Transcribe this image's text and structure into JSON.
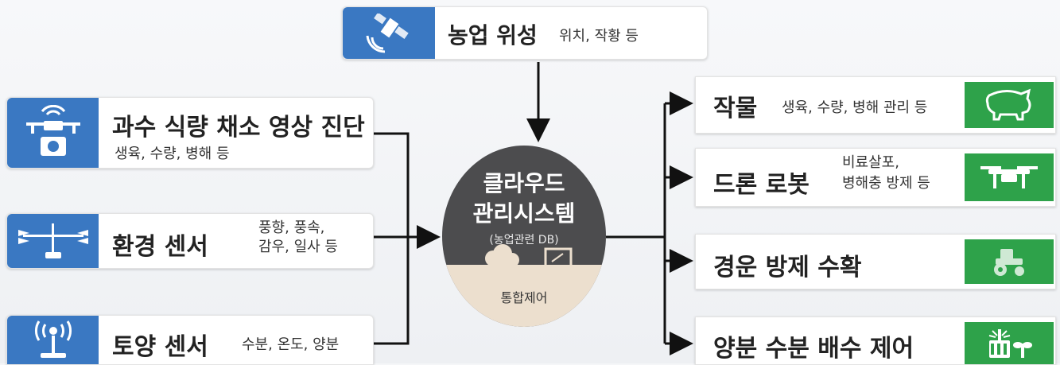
{
  "satellite": {
    "title": "농업 위성",
    "sub": "위치, 작황 등"
  },
  "inputs": {
    "fruit": {
      "title": "과수 식량 채소 영상 진단",
      "sub": "생육, 수량, 병해 등"
    },
    "env": {
      "title": "환경 센서",
      "sub1": "풍향, 풍속,",
      "sub2": "감우, 일사 등"
    },
    "soil": {
      "title": "토양 센서",
      "sub": "수분, 온도, 양분"
    }
  },
  "hub": {
    "line1": "클라우드",
    "line2": "관리시스템",
    "line3": "(농업관련 DB)",
    "line4": "통합제어"
  },
  "outputs": {
    "crop": {
      "title": "작물",
      "sub": "생육, 수량, 병해 관리 등"
    },
    "drone": {
      "title": "드론 로봇",
      "sub1": "비료살포,",
      "sub2": "병해충 방제 등"
    },
    "tillage": {
      "title": "경운 방제 수확"
    },
    "water": {
      "title": "양분 수분 배수 제어"
    }
  },
  "colors": {
    "blue": "#3a78c2",
    "green": "#2ea24a",
    "hub": "#4c4c4e",
    "hub_base": "#ecdfce"
  },
  "icons": {
    "satellite": "satellite-icon",
    "fruit": "camera-drone-icon",
    "env": "anemometer-icon",
    "soil": "signal-tower-icon",
    "crop": "pig-icon",
    "drone": "drone-icon",
    "tillage": "tractor-icon",
    "water": "sprinkler-plant-icon",
    "hub_cloud": "cloud-icon",
    "hub_monitor": "monitor-icon"
  }
}
